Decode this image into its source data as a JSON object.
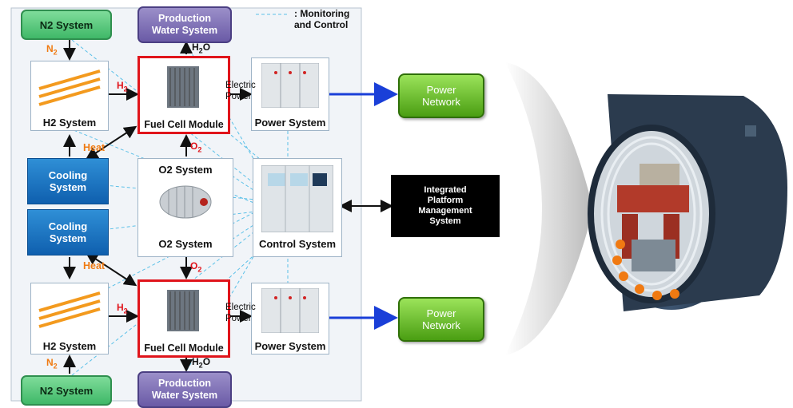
{
  "legend": {
    "text_line1": ": Monitoring",
    "text_line2": "and Control"
  },
  "left_panel": {
    "n2_top": "N2 System",
    "n2_bottom": "N2 System",
    "prod_water_top_l1": "Production",
    "prod_water_top_l2": "Water System",
    "prod_water_bottom_l1": "Production",
    "prod_water_bottom_l2": "Water System",
    "h2_top": "H2 System",
    "h2_bottom": "H2 System",
    "fc_top": "Fuel Cell Module",
    "fc_bottom": "Fuel Cell Module",
    "power_top": "Power System",
    "power_bottom": "Power System",
    "cooling_top_l1": "Cooling",
    "cooling_top_l2": "System",
    "cooling_bottom_l1": "Cooling",
    "cooling_bottom_l2": "System",
    "o2_top": "O2 System",
    "o2_bottom": "O2 System",
    "control": "Control System",
    "heat_top": "Heat",
    "heat_bottom": "Heat",
    "n2_label_top": "N",
    "n2_label_bottom": "N",
    "h2_label_top": "H",
    "h2_label_bottom": "H",
    "o2_label_top": "O",
    "o2_label_bottom": "O",
    "h2o_label_top": "H",
    "h2o_label_bottom": "H",
    "sub2": "2",
    "o_char": "O",
    "electric_top_l1": "Electric",
    "electric_top_l2": "Power",
    "electric_bottom_l1": "Electric",
    "electric_bottom_l2": "Power"
  },
  "right_panel": {
    "power_net_top_l1": "Power",
    "power_net_top_l2": "Network",
    "power_net_bottom_l1": "Power",
    "power_net_bottom_l2": "Network",
    "ipms_l1": "Integrated",
    "ipms_l2": "Platform",
    "ipms_l3": "Management",
    "ipms_l4": "System"
  },
  "colors": {
    "dashed": "#5bc0e8",
    "red_box": "#e0141b",
    "arrow_blue": "#1a3fd8",
    "flow_orange": "#f07a12"
  }
}
